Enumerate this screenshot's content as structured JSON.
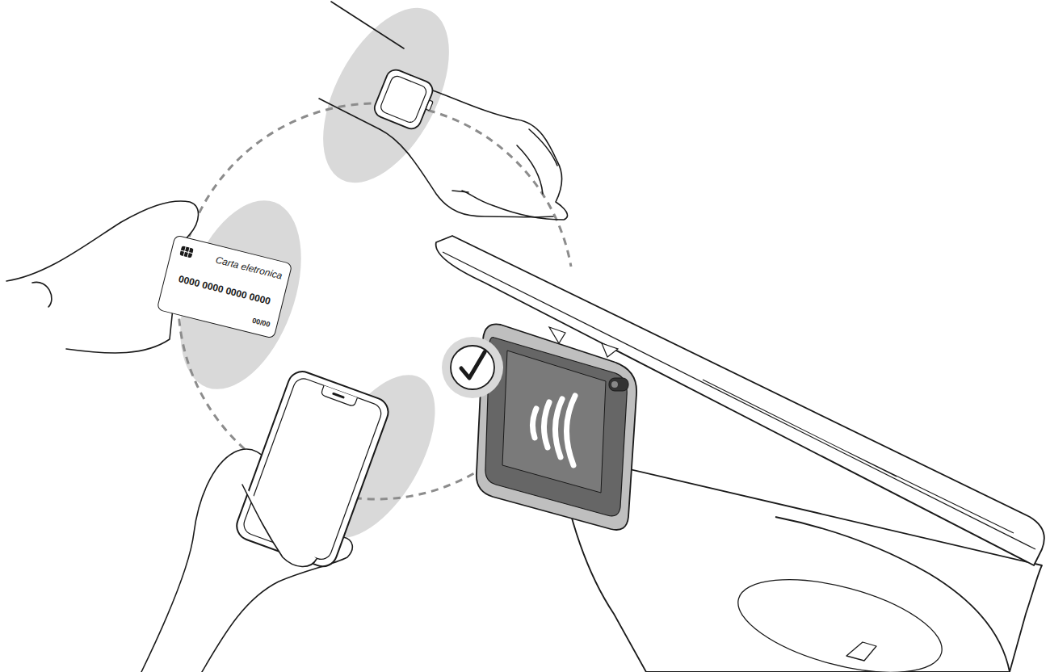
{
  "diagram": {
    "nodes": [
      {
        "text": [
          "Carta eletronica",
          "0000 0000 0000 0000",
          "00/00"
        ]
      }
    ]
  }
}
